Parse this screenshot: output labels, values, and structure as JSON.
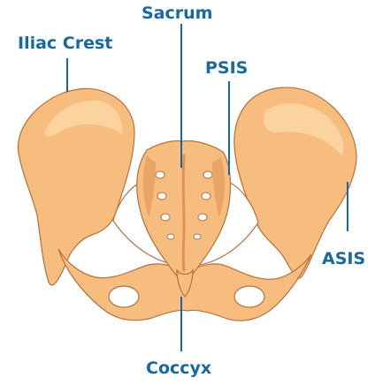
{
  "labels": {
    "sacrum": "Sacrum",
    "iliac_crest": "Iliac Crest",
    "psis": "PSIS",
    "asis": "ASIS",
    "coccyx": "Coccyx"
  },
  "colors": {
    "bone_fill": "#f7bd7f",
    "bone_light": "#fbd8a8",
    "bone_shadow": "#dd9250",
    "outline": "#b5703d",
    "label": "#1769a0",
    "leader_line": "#1769a0",
    "background": "#ffffff"
  }
}
